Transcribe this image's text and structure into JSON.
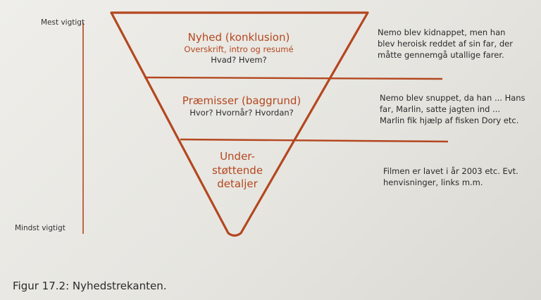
{
  "axis": {
    "top_label": "Mest vigtigt",
    "bottom_label": "Mindst vigtigt"
  },
  "sections": [
    {
      "title": "Nyhed (konklusion)",
      "subtitle": "Overskrift, intro og resumé",
      "question": "Hvad? Hvem?",
      "note_lines": [
        "Nemo blev kidnappet, men han",
        "blev heroisk reddet af sin far, der",
        "måtte gennemgå utallige farer."
      ]
    },
    {
      "title": "Præmisser (baggrund)",
      "question": "Hvor? Hvornår? Hvordan?",
      "note_lines": [
        "Nemo blev snuppet, da han ... Hans",
        "far, Marlin, satte jagten ind ...",
        "Marlin fik hjælp af fisken Dory etc."
      ]
    },
    {
      "title_lines": [
        "Under-",
        "støttende",
        "detaljer"
      ],
      "note_lines": [
        "Filmen er lavet i år 2003 etc. Evt.",
        "henvisninger, links m.m."
      ]
    }
  ],
  "caption": "Figur 17.2: Nyhedstrekanten.",
  "colors": {
    "accent": "#b4471f",
    "text": "#2a2a2a",
    "axis_line": "#b4471f"
  }
}
